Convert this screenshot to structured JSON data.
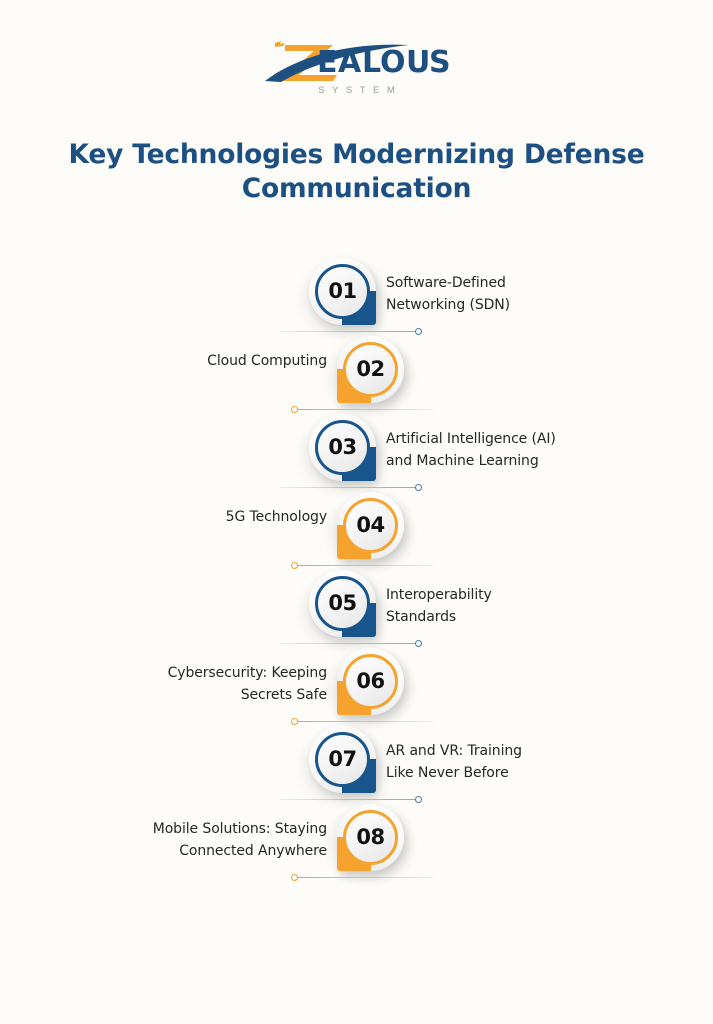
{
  "brand": {
    "name": "ZEALOUS",
    "tagline": "SYSTEM",
    "logo_icon": "zealous-z-swoosh-logo",
    "orange": "#f5a32e",
    "navy": "#18558c"
  },
  "header": {
    "title": "Key Technologies Modernizing Defense Communication"
  },
  "timeline": {
    "items": [
      {
        "number": "01",
        "label": "Software-Defined\nNetworking (SDN)",
        "color": "blue",
        "side": "right"
      },
      {
        "number": "02",
        "label": "Cloud Computing",
        "color": "orange",
        "side": "left"
      },
      {
        "number": "03",
        "label": "Artificial Intelligence (AI)\nand Machine Learning",
        "color": "blue",
        "side": "right"
      },
      {
        "number": "04",
        "label": "5G Technology",
        "color": "orange",
        "side": "left"
      },
      {
        "number": "05",
        "label": "Interoperability\nStandards",
        "color": "blue",
        "side": "right"
      },
      {
        "number": "06",
        "label": "Cybersecurity: Keeping\nSecrets Safe",
        "color": "orange",
        "side": "left"
      },
      {
        "number": "07",
        "label": "AR and VR: Training\nLike Never Before",
        "color": "blue",
        "side": "right"
      },
      {
        "number": "08",
        "label": "Mobile Solutions: Staying\nConnected Anywhere",
        "color": "orange",
        "side": "left"
      }
    ]
  },
  "theme": {
    "background": "#fdfcf8",
    "title_color": "#1c4f82",
    "label_color": "#262626",
    "number_color": "#111111"
  }
}
